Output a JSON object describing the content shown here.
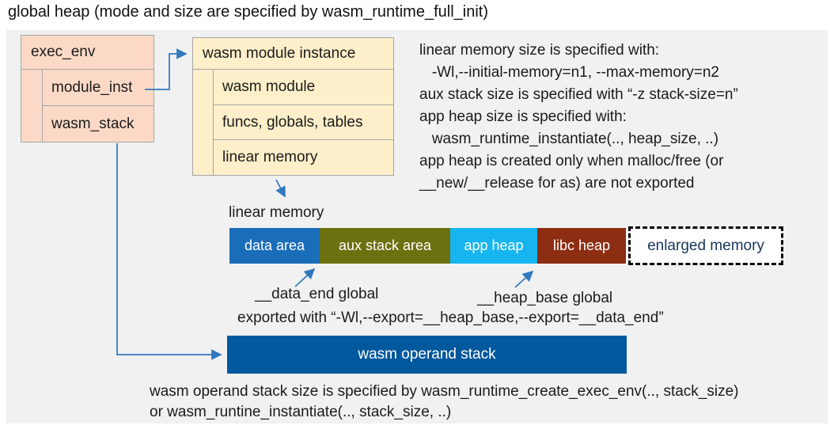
{
  "title": "global heap (mode and size are specified by wasm_runtime_full_init)",
  "exec_env": {
    "header": "exec_env",
    "rows": [
      "module_inst",
      "wasm_stack"
    ]
  },
  "module_instance": {
    "header": "wasm module instance",
    "rows": [
      "wasm module",
      "funcs, globals, tables",
      "linear memory"
    ]
  },
  "notes": {
    "lines": [
      "linear memory size is specified with:",
      "   -Wl,--initial-memory=n1, --max-memory=n2",
      "aux stack size is specified with “-z stack-size=n”",
      "app heap size is specified with:",
      "   wasm_runtime_instantiate(.., heap_size, ..)",
      "app heap is created only when malloc/free (or",
      "__new/__release for as) are not exported"
    ]
  },
  "linear_memory": {
    "label": "linear memory",
    "segments": [
      {
        "label": "data area",
        "color": "#1a6db9"
      },
      {
        "label": "aux stack area",
        "color": "#6c7110"
      },
      {
        "label": "app heap",
        "color": "#16b5f0"
      },
      {
        "label": "libc heap",
        "color": "#8d2d12"
      },
      {
        "label": "enlarged memory",
        "color": "#ffffff",
        "text_color": "#17365d"
      }
    ]
  },
  "annotations": {
    "data_end": "__data_end global",
    "heap_base": "__heap_base global",
    "exported": "exported with “-Wl,--export=__heap_base,--export=__data_end”"
  },
  "operand_stack": {
    "label": "wasm operand stack",
    "color": "#00589d",
    "caption_line1": "wasm operand stack size is specified by wasm_runtime_create_exec_env(.., stack_size)",
    "caption_line2": "or wasm_runtine_instantiate(.., stack_size, ..)"
  },
  "colors": {
    "arrow": "#3079be",
    "panel_background": "#f1f1f2",
    "exec_env_fill": "#fcd9c6",
    "module_instance_fill": "#fcefc9"
  }
}
